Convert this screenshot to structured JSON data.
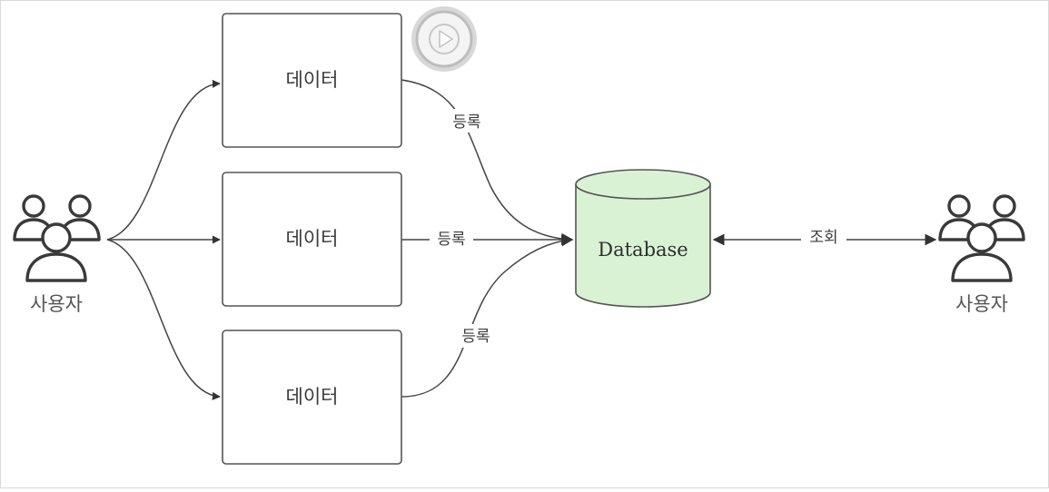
{
  "diagram": {
    "users_left": {
      "label": "사용자"
    },
    "users_right": {
      "label": "사용자"
    },
    "boxes": [
      {
        "label": "데이터"
      },
      {
        "label": "데이터"
      },
      {
        "label": "데이터"
      }
    ],
    "database": {
      "label": "Database",
      "fill": "#d9f2d4",
      "stroke": "#555555"
    },
    "edges": {
      "register_top": "등록",
      "register_mid": "등록",
      "register_bottom": "등록",
      "query": "조회"
    },
    "overlay": {
      "icon": "play-icon"
    }
  },
  "colors": {
    "line": "#444444",
    "box_stroke": "#555555",
    "icon_stroke": "#3a3a3a"
  }
}
